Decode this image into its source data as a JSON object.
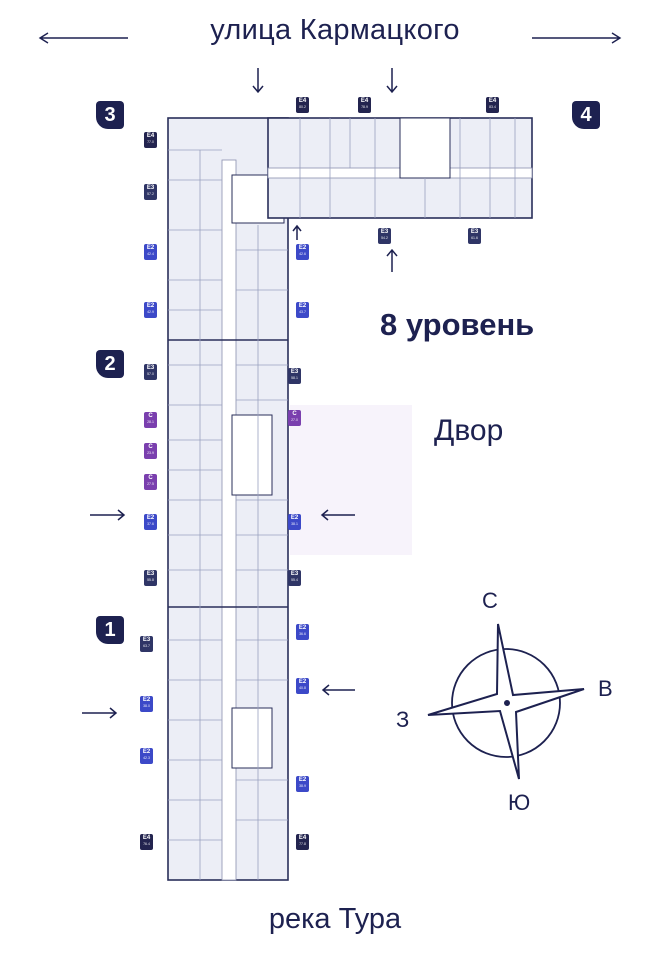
{
  "street_label": "улица Кармацкого",
  "river_label": "река Тура",
  "level_label": "8 уровень",
  "yard_label": "Двор",
  "sections": [
    "1",
    "2",
    "3",
    "4"
  ],
  "compass": {
    "north": "С",
    "east": "В",
    "south": "Ю",
    "west": "З"
  },
  "colors": {
    "primary": "#1d2150",
    "e2": "#3c49c8",
    "e3": "#2f3566",
    "e4": "#23244f",
    "c": "#7a3fae",
    "yard_tint": "#f6f2fb"
  },
  "apartments": {
    "a01": {
      "type": "E4",
      "area": "77.0"
    },
    "a02": {
      "type": "E3",
      "area": "57.2"
    },
    "a03": {
      "type": "E2",
      "area": "42.4"
    },
    "a04": {
      "type": "E2",
      "area": "42.9"
    },
    "a05": {
      "type": "E3",
      "area": "57.0"
    },
    "a06": {
      "type": "C",
      "area": "28.1"
    },
    "a07": {
      "type": "C",
      "area": "23.9"
    },
    "a08": {
      "type": "C",
      "area": "27.5"
    },
    "a09": {
      "type": "E2",
      "area": "37.6"
    },
    "a10": {
      "type": "E3",
      "area": "55.8"
    },
    "a11": {
      "type": "E3",
      "area": "63.7"
    },
    "a12": {
      "type": "E2",
      "area": "38.0"
    },
    "a13": {
      "type": "E2",
      "area": "42.3"
    },
    "a14": {
      "type": "E4",
      "area": "76.4"
    },
    "a15": {
      "type": "E2",
      "area": "42.6"
    },
    "a16": {
      "type": "E2",
      "area": "43.7"
    },
    "a17": {
      "type": "E3",
      "area": "58.1"
    },
    "a18": {
      "type": "C",
      "area": "27.0"
    },
    "a19": {
      "type": "E2",
      "area": "38.1"
    },
    "a20": {
      "type": "E3",
      "area": "55.4"
    },
    "a21": {
      "type": "E2",
      "area": "36.6"
    },
    "a22": {
      "type": "E2",
      "area": "40.8"
    },
    "a23": {
      "type": "E2",
      "area": "38.9"
    },
    "a24": {
      "type": "E4",
      "area": "77.8"
    },
    "a25": {
      "type": "E4",
      "area": "80.2"
    },
    "a26": {
      "type": "E4",
      "area": "78.9"
    },
    "a27": {
      "type": "E4",
      "area": "83.4"
    },
    "a28": {
      "type": "E3",
      "area": "54.2"
    },
    "a29": {
      "type": "E3",
      "area": "61.6"
    }
  }
}
